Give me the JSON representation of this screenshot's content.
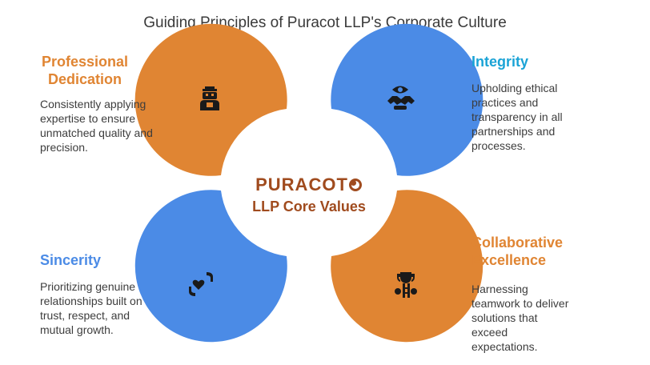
{
  "title": "Guiding Principles of Puracot LLP's Corporate Culture",
  "center": {
    "brand": "PURACOT",
    "subtitle": "LLP Core Values"
  },
  "colors": {
    "orange": "#E08533",
    "blue": "#4B8BE6",
    "brand": "#A04B1E"
  },
  "principles": [
    {
      "heading_line1": "Professional",
      "heading_line2": "Dedication",
      "color": "#E08533",
      "icon": "worker-icon",
      "desc_lines": [
        "Consistently applying",
        "expertise to ensure",
        "unmatched quality and",
        "precision."
      ]
    },
    {
      "heading_line1": "Integrity",
      "color": "#1AA3D6",
      "icon": "handshake-eye-icon",
      "desc_lines": [
        "Upholding ethical",
        "practices and",
        "transparency in all",
        "partnerships and",
        "processes."
      ]
    },
    {
      "heading_line1": "Sincerity",
      "color": "#4B8BE6",
      "icon": "hands-heart-icon",
      "desc_lines": [
        "Prioritizing genuine",
        "relationships built on",
        "trust, respect, and",
        "mutual growth."
      ]
    },
    {
      "heading_line1": "Collaborative",
      "heading_line2": "Excellence",
      "color": "#E08533",
      "icon": "trophy-ladder-icon",
      "desc_lines": [
        "Harnessing",
        "teamwork to deliver",
        "solutions that",
        "exceed",
        "expectations."
      ]
    }
  ]
}
